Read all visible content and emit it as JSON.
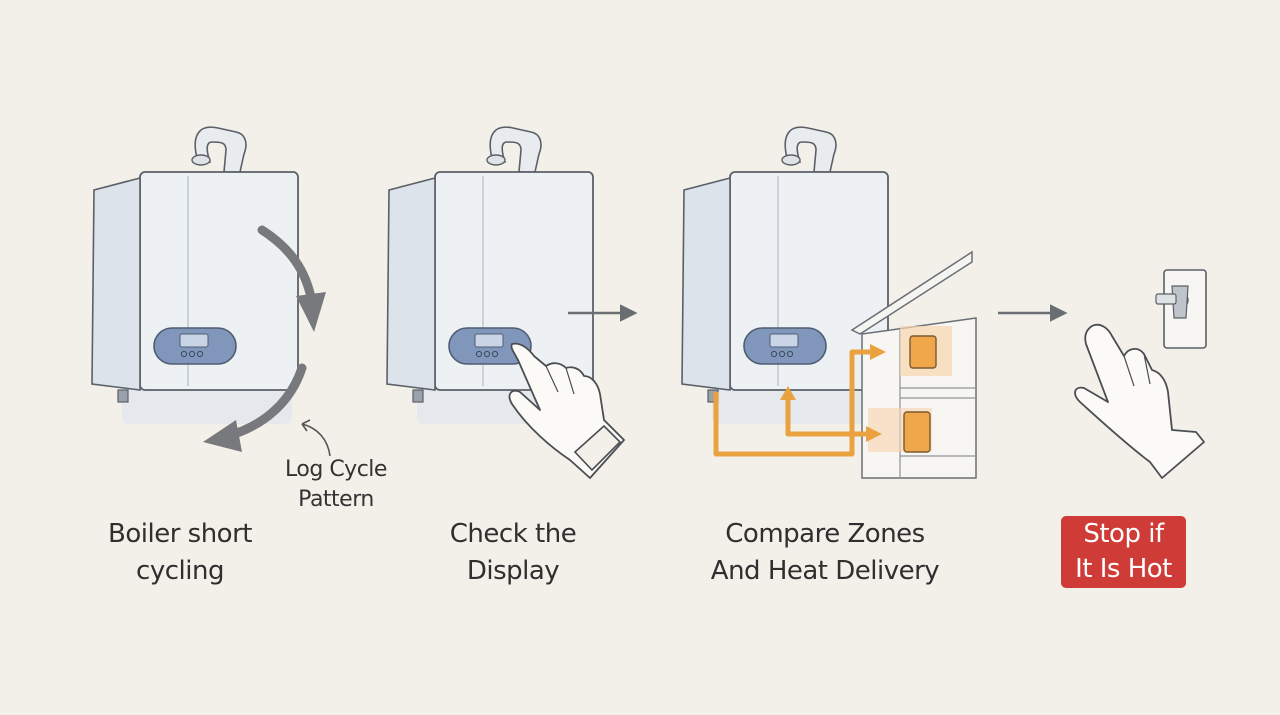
{
  "steps": [
    {
      "caption": "Boiler short\ncycling"
    },
    {
      "caption": "Check the\nDisplay"
    },
    {
      "caption": "Compare Zones\nAnd Heat Delivery"
    },
    {
      "caption": "Stop if\nIt Is Hot"
    }
  ],
  "note": "Log Cycle\nPattern",
  "colors": {
    "background": "#f2f0e9",
    "boiler_body": "#eef1f4",
    "control_panel": "#8097bb",
    "heat_pipe": "#e9a23f",
    "warning_badge": "#cf3b36",
    "outline": "#5b6068"
  },
  "icons": [
    "boiler-icon",
    "cycle-arrow-icon",
    "hand-press-icon",
    "zone-cabinet-icon",
    "radiator-icon",
    "hand-feel-icon",
    "shutoff-valve-icon",
    "next-arrow-icon"
  ]
}
